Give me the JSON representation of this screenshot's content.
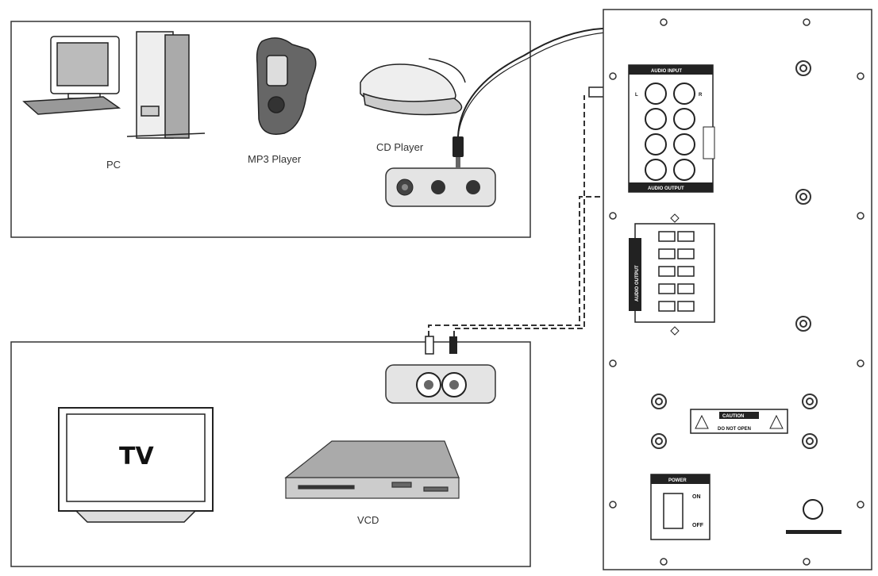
{
  "labels": {
    "pc": "PC",
    "mp3": "MP3 Player",
    "cd": "CD Player",
    "tv": "TV",
    "vcd": "VCD"
  },
  "panel": {
    "audio_input": "AUDIO INPUT",
    "audio_output": "AUDIO OUTPUT",
    "speaker_output": "AUDIO OUTPUT",
    "caution": "CAUTION",
    "do_not_open": "DO NOT OPEN",
    "power": "POWER",
    "on": "ON",
    "off": "OFF",
    "input_left": "L",
    "input_right": "R"
  }
}
